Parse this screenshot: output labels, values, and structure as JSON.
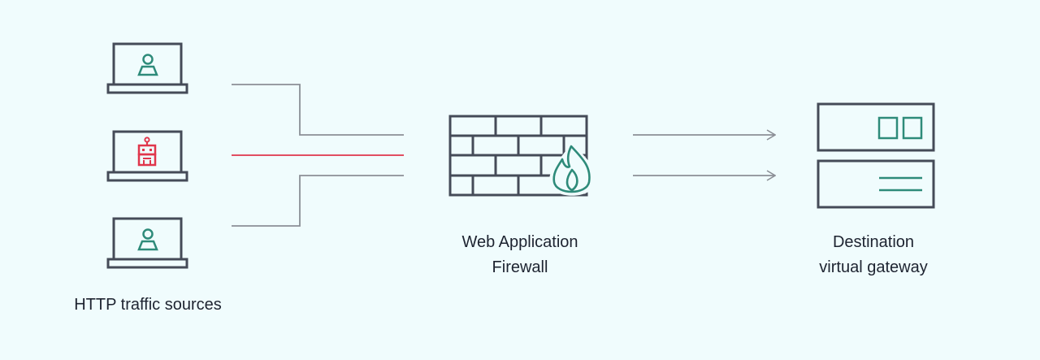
{
  "diagram": {
    "sources_label": "HTTP traffic sources",
    "waf_label_line1": "Web Application",
    "waf_label_line2": "Firewall",
    "destination_label_line1": "Destination",
    "destination_label_line2": "virtual gateway"
  },
  "icons": {
    "top_source": "user-laptop-icon",
    "middle_source": "robot-laptop-icon",
    "bottom_source": "user-laptop-icon",
    "firewall": "brick-wall-flame-icon",
    "destination": "server-stack-icon"
  },
  "colors": {
    "background": "#f0fcfd",
    "outline": "#454b58",
    "accent_teal": "#2e8b7a",
    "bot_red": "#e0364c",
    "connector_gray": "#8b8f96",
    "text": "#1d2330"
  }
}
